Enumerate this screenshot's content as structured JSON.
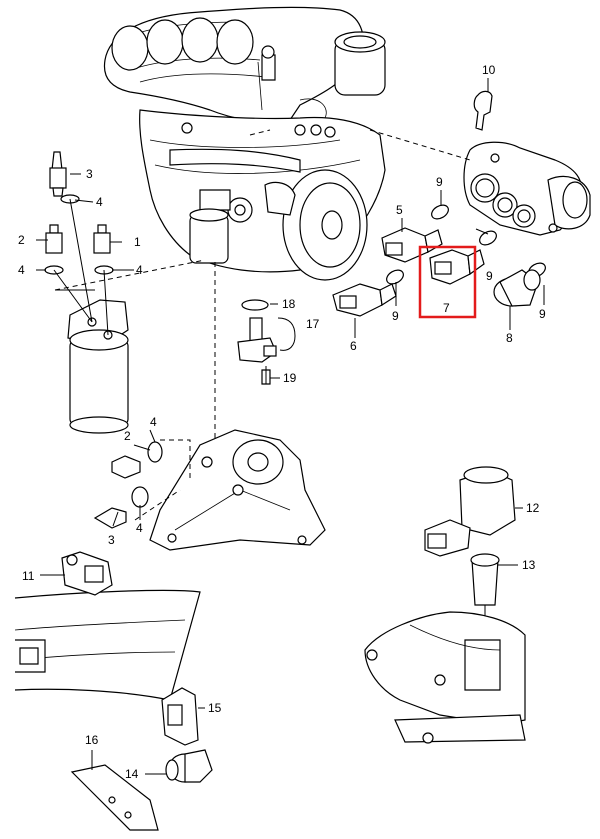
{
  "callouts": {
    "c1": "1",
    "c2a": "2",
    "c2b": "2",
    "c3a": "3",
    "c3b": "3",
    "c4a": "4",
    "c4b": "4",
    "c4c": "4",
    "c4d": "4",
    "c4e": "4",
    "c5": "5",
    "c6": "6",
    "c7": "7",
    "c8": "8",
    "c9a": "9",
    "c9b": "9",
    "c9c": "9",
    "c9d": "9",
    "c10": "10",
    "c11": "11",
    "c12": "12",
    "c13": "13",
    "c14": "14",
    "c15": "15",
    "c16": "16",
    "c17": "17",
    "c18": "18",
    "c19": "19"
  },
  "highlight": {
    "part": "7",
    "color": "#e31b1b"
  }
}
